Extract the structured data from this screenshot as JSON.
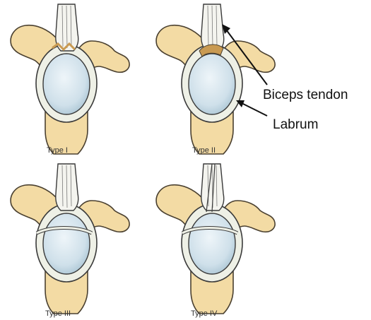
{
  "panels": [
    {
      "label": "Type I"
    },
    {
      "label": "Type II"
    },
    {
      "label": "Type III"
    },
    {
      "label": "Type IV"
    }
  ],
  "callouts": {
    "biceps_tendon": "Biceps tendon",
    "labrum": "Labrum"
  },
  "colors": {
    "bone": "#f3dba4",
    "bone_outline": "#4a4030",
    "labrum": "#eef0e6",
    "glenoid": "#c8dbe6",
    "glenoid_highlight": "#e9f2f7",
    "tendon": "#f4f4ef",
    "tear_tan": "#c99a52",
    "outline": "#3a3a3a"
  }
}
